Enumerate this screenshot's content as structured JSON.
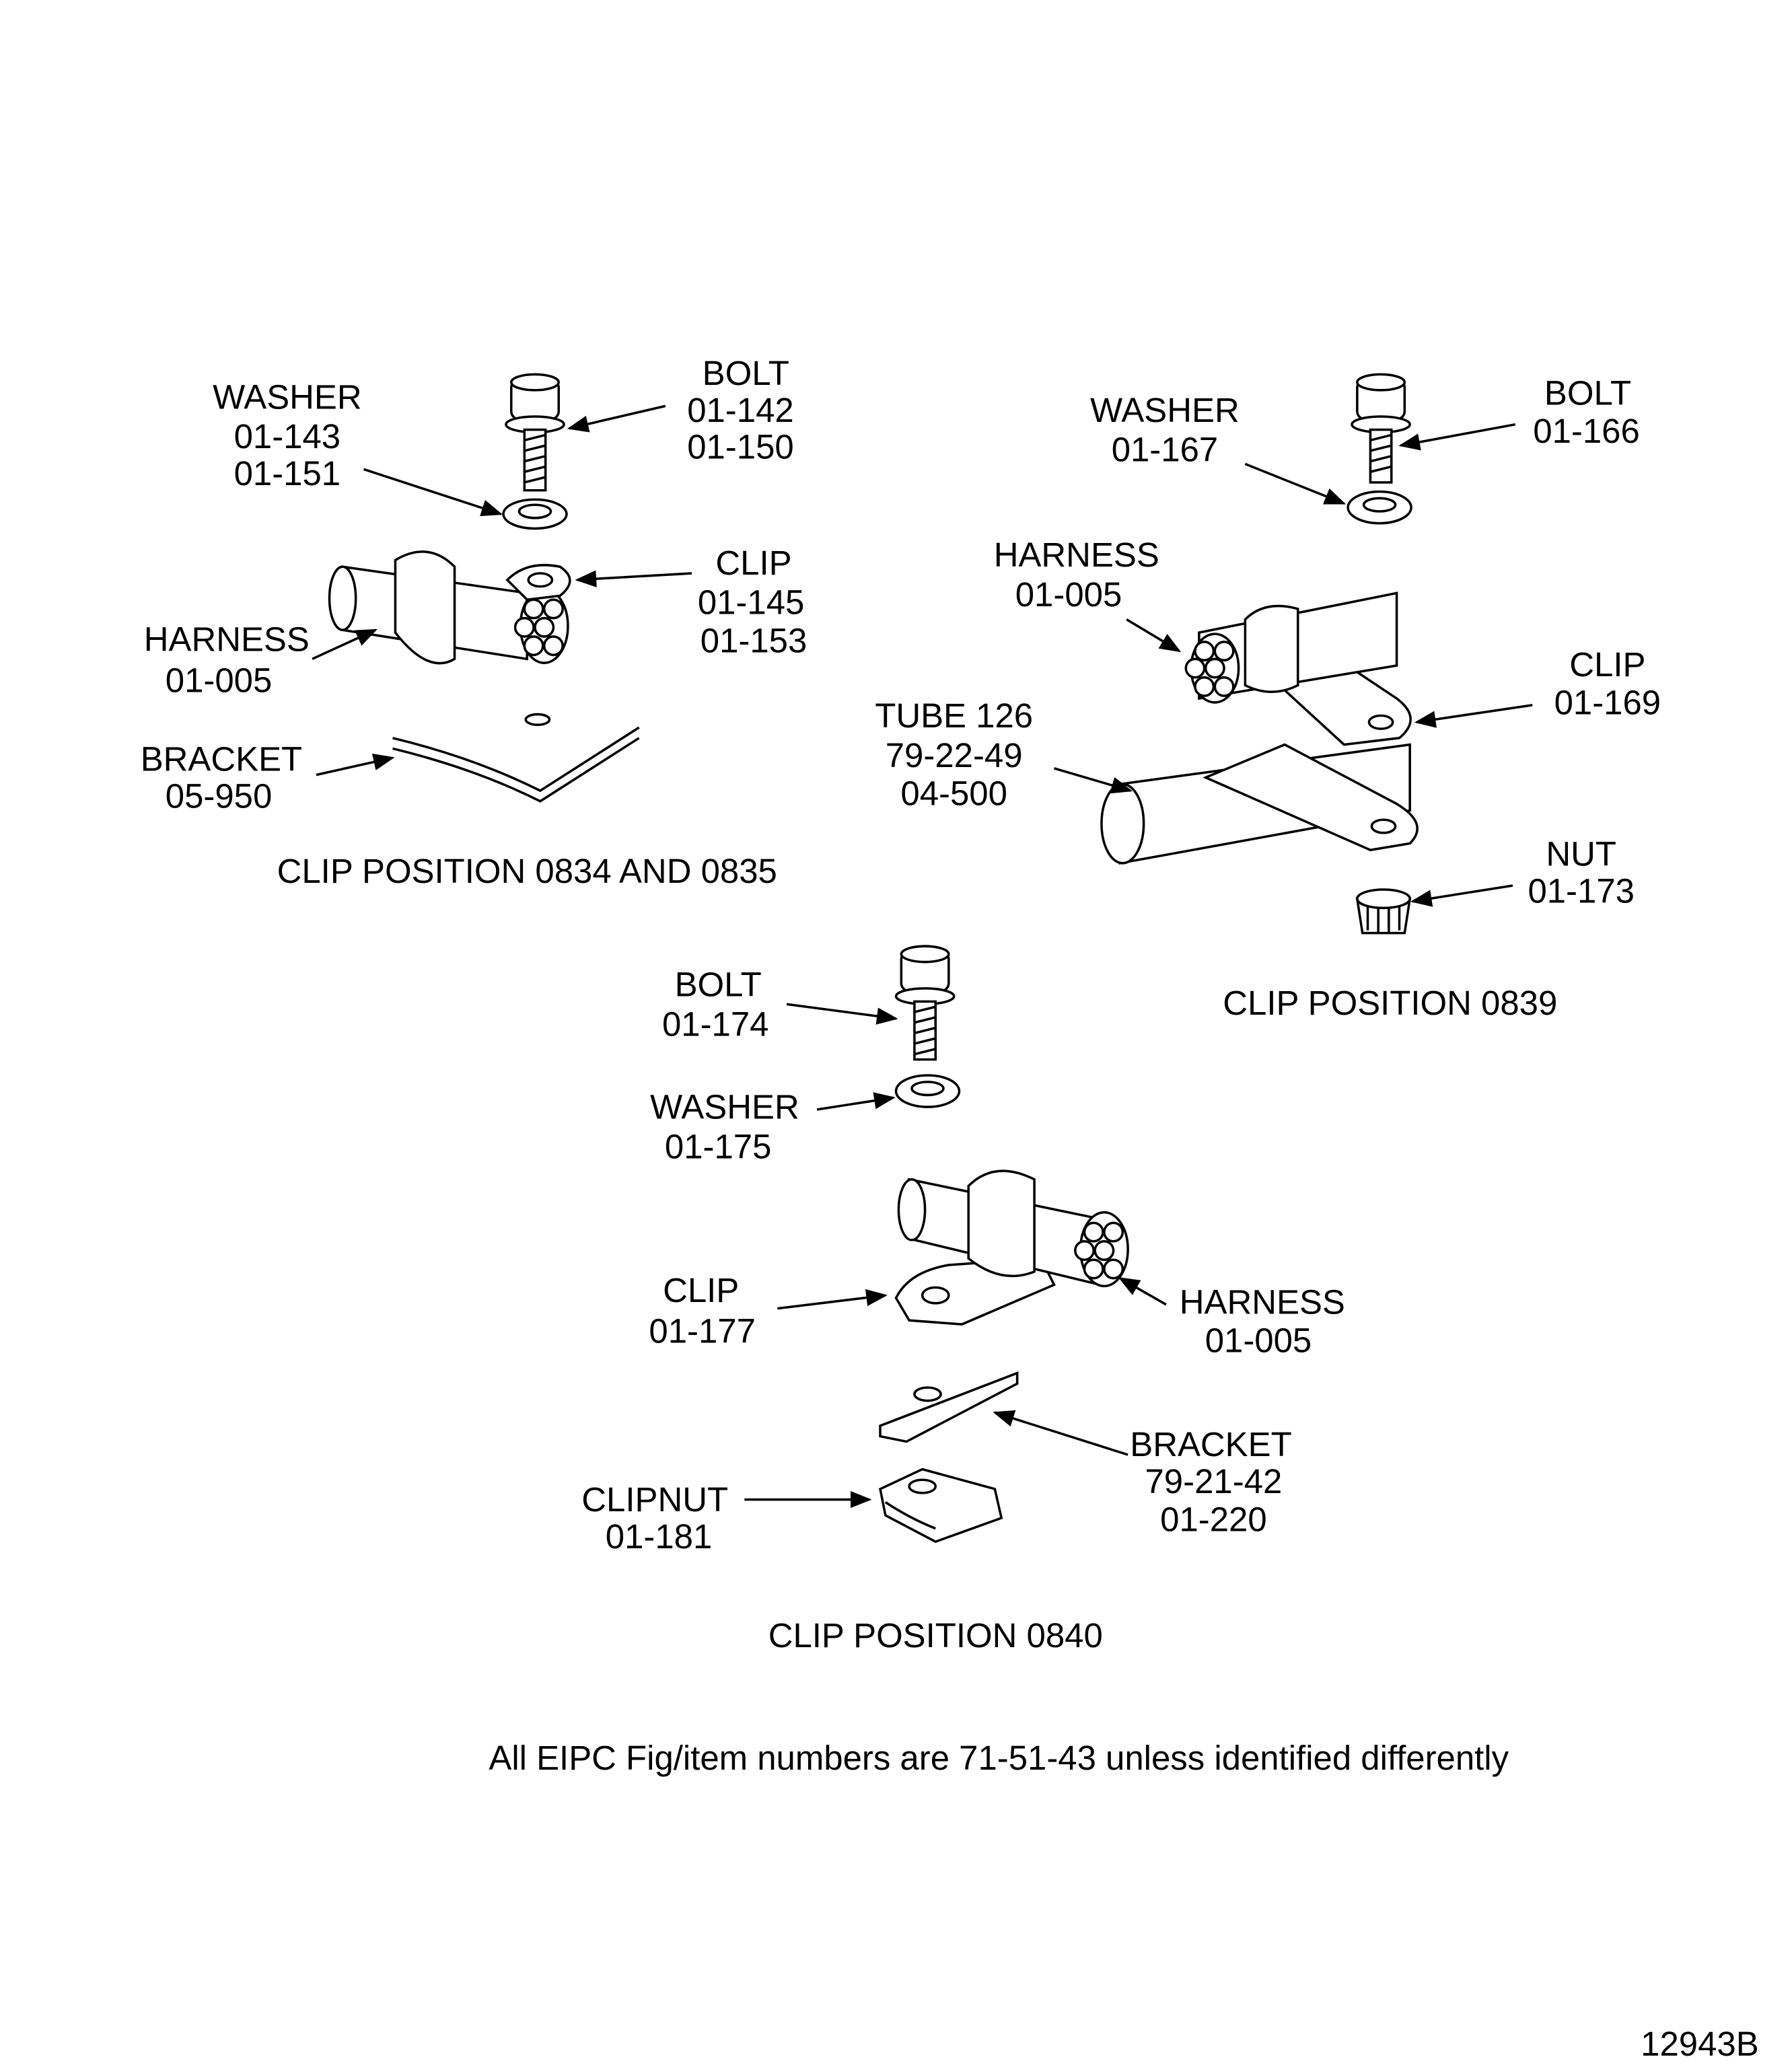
{
  "group_0834": {
    "washer": {
      "label": "WASHER",
      "items": [
        "01-143",
        "01-151"
      ]
    },
    "bolt": {
      "label": "BOLT",
      "items": [
        "01-142",
        "01-150"
      ]
    },
    "clip": {
      "label": "CLIP",
      "items": [
        "01-145",
        "01-153"
      ]
    },
    "harness": {
      "label": "HARNESS",
      "items": [
        "01-005"
      ]
    },
    "bracket": {
      "label": "BRACKET",
      "items": [
        "05-950"
      ]
    },
    "caption": "CLIP POSITION 0834 AND 0835"
  },
  "group_0839": {
    "washer": {
      "label": "WASHER",
      "items": [
        "01-167"
      ]
    },
    "bolt": {
      "label": "BOLT",
      "items": [
        "01-166"
      ]
    },
    "harness": {
      "label": "HARNESS",
      "items": [
        "01-005"
      ]
    },
    "clip": {
      "label": "CLIP",
      "items": [
        "01-169"
      ]
    },
    "tube": {
      "label": "TUBE 126",
      "items": [
        "79-22-49",
        "04-500"
      ]
    },
    "nut": {
      "label": "NUT",
      "items": [
        "01-173"
      ]
    },
    "caption": "CLIP POSITION 0839"
  },
  "group_0840": {
    "bolt": {
      "label": "BOLT",
      "items": [
        "01-174"
      ]
    },
    "washer": {
      "label": "WASHER",
      "items": [
        "01-175"
      ]
    },
    "clip": {
      "label": "CLIP",
      "items": [
        "01-177"
      ]
    },
    "harness": {
      "label": "HARNESS",
      "items": [
        "01-005"
      ]
    },
    "bracket": {
      "label": "BRACKET",
      "items": [
        "79-21-42",
        "01-220"
      ]
    },
    "clipnut": {
      "label": "CLIPNUT",
      "items": [
        "01-181"
      ]
    },
    "caption": "CLIP POSITION 0840"
  },
  "footnote": "All EIPC Fig/item numbers are 71-51-43 unless identified differently",
  "figure_id": "12943B"
}
